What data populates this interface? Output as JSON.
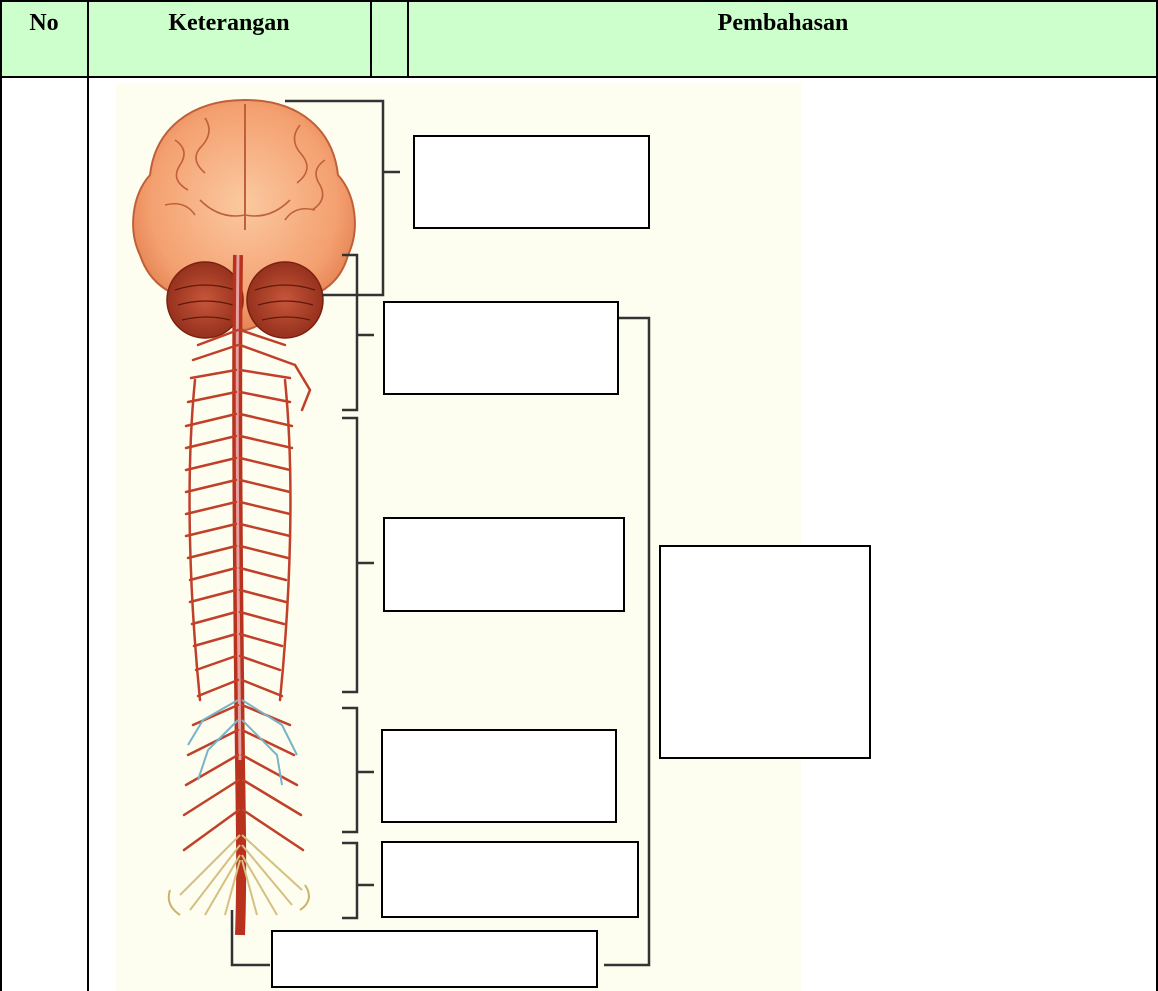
{
  "table": {
    "headers": {
      "no": "No",
      "keterangan": "Keterangan",
      "blank": "",
      "pembahasan": "Pembahasan"
    },
    "colors": {
      "header_bg": "#ccffcc",
      "border": "#000000",
      "figure_bg": "#fdfdf0",
      "nerve": "#b8321e",
      "brain": "#f4a070"
    }
  },
  "figure": {
    "subject": "brain-and-spinal-cord-nervous-system",
    "label_boxes": [
      "",
      "",
      "",
      "",
      "",
      "",
      ""
    ]
  }
}
